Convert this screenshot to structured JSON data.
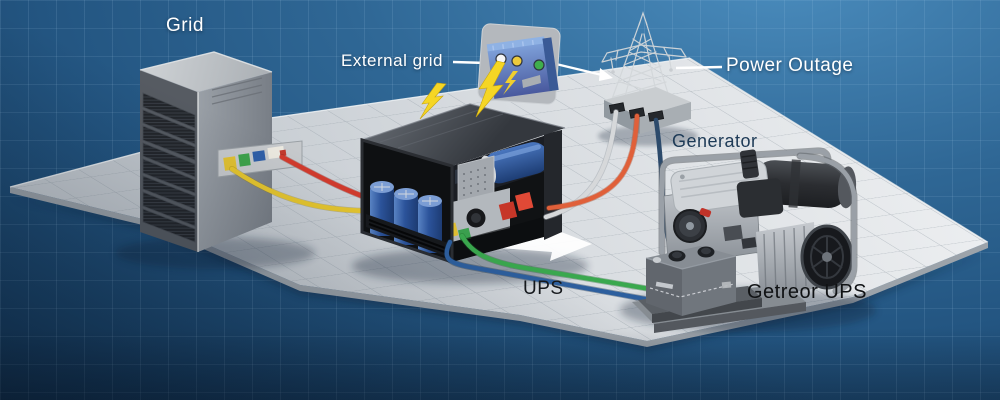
{
  "labels": {
    "grid": "Grid",
    "external_grid": "External grid",
    "power_outage": "Power Outage",
    "generator": "Generator",
    "ups": "UPS",
    "generator_ups": "Getreor UPS"
  },
  "colors": {
    "background_top": "#4a8cbd",
    "background_bottom": "#122f4b",
    "blueprint_gridline": "#aft-see-css-rgba(175,210,238,0.13)",
    "floor": "#dfe3e6",
    "cable_red": "#d23b2d",
    "cable_yellow": "#e6c62e",
    "cable_green": "#3aa84e",
    "cable_blue": "#2d5f9e",
    "cable_orange": "#e0603a",
    "cable_gray": "#d6d8da",
    "cable_navy": "#2c4a6b",
    "lightning": "#f5d625",
    "indicator_white": "#f4f5f6",
    "indicator_yellow": "#ecca3d",
    "indicator_green": "#3fae4c",
    "capacitor_blue": "#3b67ac",
    "label_light": "#ffffff",
    "label_dark": "#15181c",
    "label_generator": "#1d3a56"
  },
  "icons": [
    "lightning-icon",
    "arrow-icon",
    "flow-arrow-icon",
    "pointer-line"
  ],
  "components": [
    "server-rack",
    "wall-outlet-box",
    "power-tower",
    "ups-unit",
    "generator-unit",
    "fuel-tank"
  ]
}
